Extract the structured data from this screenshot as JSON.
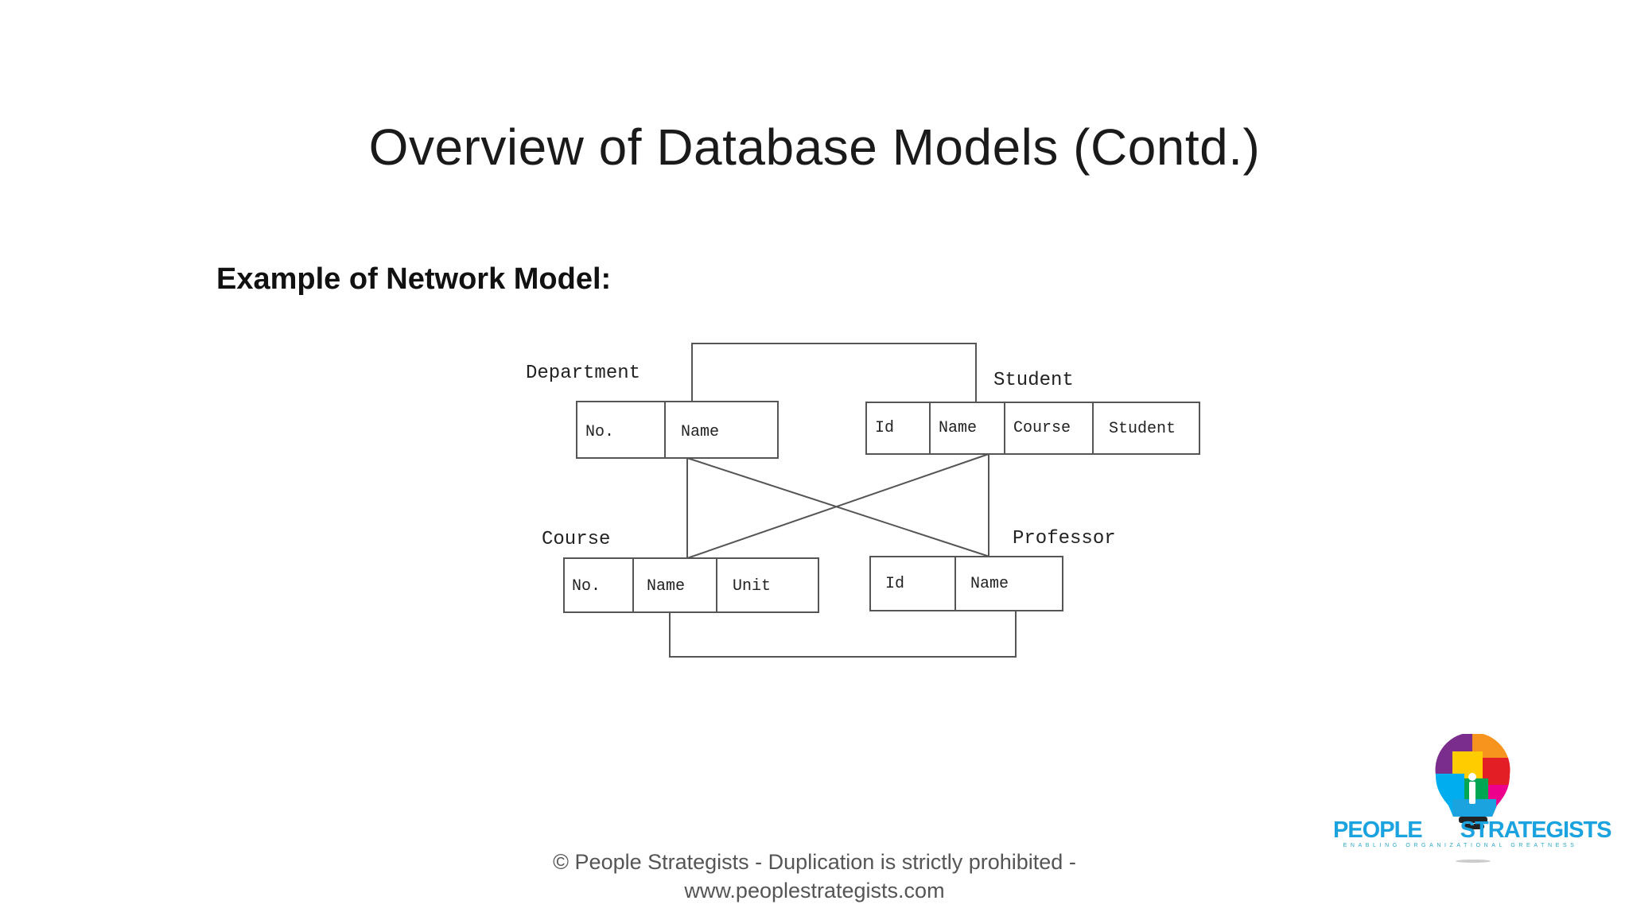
{
  "slide": {
    "title": "Overview of Database Models (Contd.)",
    "subtitle": "Example of Network Model:"
  },
  "diagram": {
    "entities": {
      "department": {
        "label": "Department",
        "fields": [
          "No.",
          "Name"
        ]
      },
      "student": {
        "label": "Student",
        "fields": [
          "Id",
          "Name",
          "Course",
          "Student"
        ]
      },
      "course": {
        "label": "Course",
        "fields": [
          "No.",
          "Name",
          "Unit"
        ]
      },
      "professor": {
        "label": "Professor",
        "fields": [
          "Id",
          "Name"
        ]
      }
    }
  },
  "footer": {
    "line1": "© People Strategists - Duplication is strictly prohibited -",
    "line2": "www.peoplestrategists.com"
  },
  "logo": {
    "word1": "PEOPLE",
    "word2": "STRATEGISTS",
    "tagline": "ENABLING ORGANIZATIONAL GREATNESS",
    "colors": [
      "#7b2d8e",
      "#f7941d",
      "#e31e24",
      "#ffcc00",
      "#00a651",
      "#00aeef",
      "#ec008c"
    ]
  }
}
